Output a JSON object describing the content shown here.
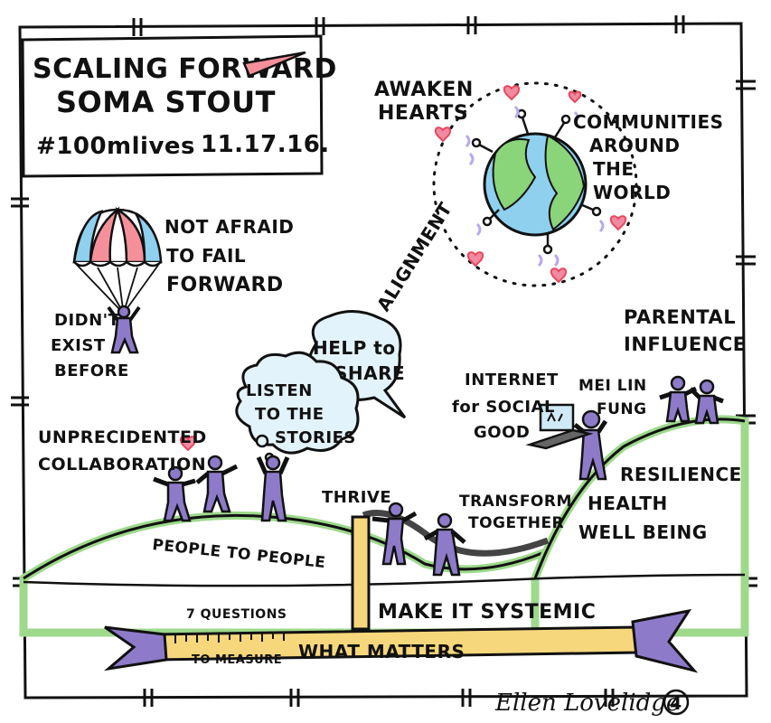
{
  "title_box": {
    "line1": "SCALING FORWARD",
    "line2": "SOMA STOUT",
    "hashtag": "#100mlives",
    "date": "11.17.16."
  },
  "globe": {
    "awaken": [
      "AWAKEN",
      "HEARTS"
    ],
    "communities": [
      "COMMUNITIES",
      "AROUND",
      "THE",
      "WORLD"
    ],
    "alignment": "ALIGNMENT"
  },
  "parachute": {
    "not_afraid": [
      "NOT AFRAID",
      "TO FAIL",
      "FORWARD"
    ],
    "didnt_exist": [
      "DIDN'T",
      "EXIST",
      "BEFORE"
    ]
  },
  "bubbles": {
    "help": [
      "HELP to",
      "SHARE"
    ],
    "listen": [
      "LISTEN",
      "TO THE",
      "STORIES"
    ]
  },
  "labels": {
    "unprecedented": [
      "UNPRECIDENTED",
      "COLLABORATION"
    ],
    "people": "PEOPLE TO PEOPLE",
    "thrive": "THRIVE",
    "transform": [
      "TRANSFORM",
      "TOGETHER"
    ],
    "internet": [
      "INTERNET",
      "for SOCIAL",
      "GOOD"
    ],
    "meilin": [
      "MEI LIN",
      "FUNG"
    ],
    "parental": [
      "PARENTAL",
      "INFLUENCE"
    ],
    "resilience": [
      "RESILIENCE",
      "HEALTH",
      "WELL BEING"
    ],
    "systemic": "MAKE IT SYSTEMIC",
    "questions": "7 QUESTIONS",
    "measure_small": "TO MEASURE",
    "measure_big": "WHAT MATTERS"
  },
  "signature": {
    "name": "Ellen Lovelidge",
    "number": "4"
  },
  "colors": {
    "ink": "#111111",
    "hill_green": "#9ed98c",
    "hill_line": "#6fbf5a",
    "globe_blue": "#8fd0ef",
    "globe_green": "#8ad47a",
    "purple": "#8d7bc9",
    "purple_light": "#c9bfee",
    "pink": "#f08aa0",
    "yellow": "#f6d77b",
    "red": "#e8485d"
  }
}
